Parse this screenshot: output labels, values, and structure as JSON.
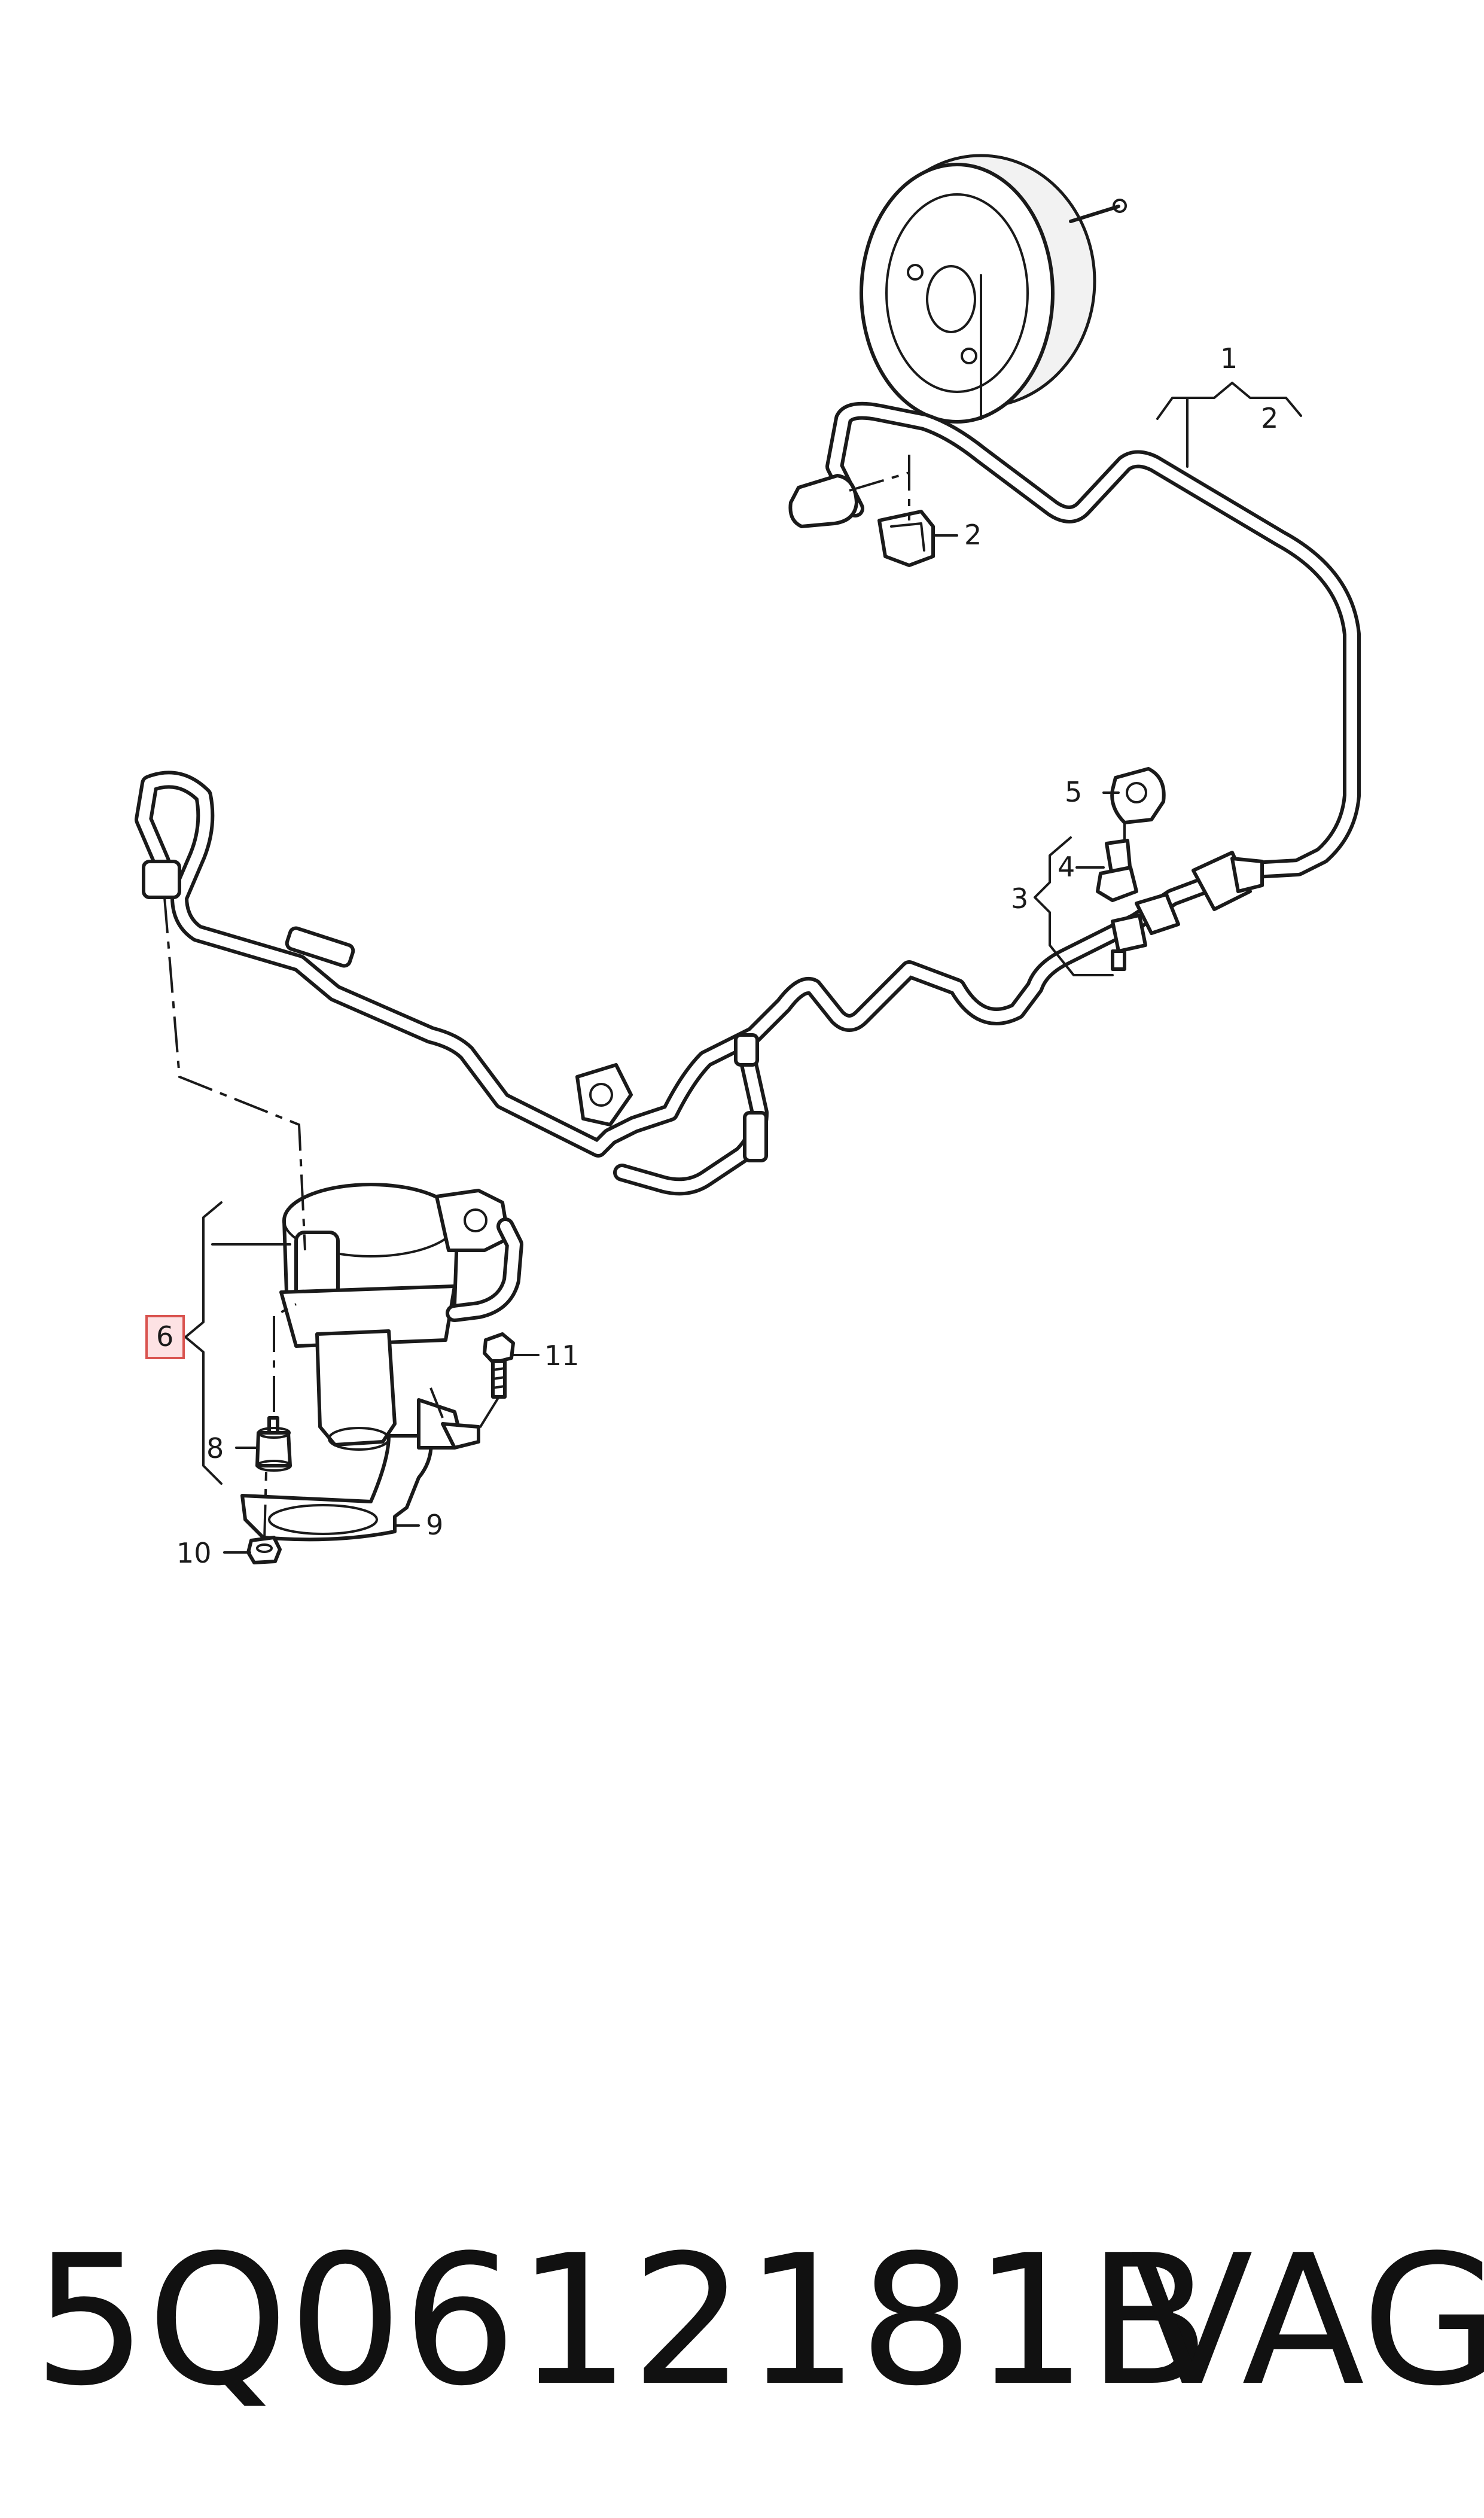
{
  "callouts": {
    "c1": "1",
    "c2a": "2",
    "c2b": "2",
    "c3": "3",
    "c4": "4",
    "c5": "5",
    "c6": "6",
    "c8": "8",
    "c9": "9",
    "c10": "10",
    "c11": "11"
  },
  "footer": {
    "part_number": "5Q0612181B",
    "brand": "VAG"
  },
  "colors": {
    "line": "#1a1a1a",
    "highlight_fill": "#fde2e4",
    "highlight_stroke": "#d9534f"
  }
}
